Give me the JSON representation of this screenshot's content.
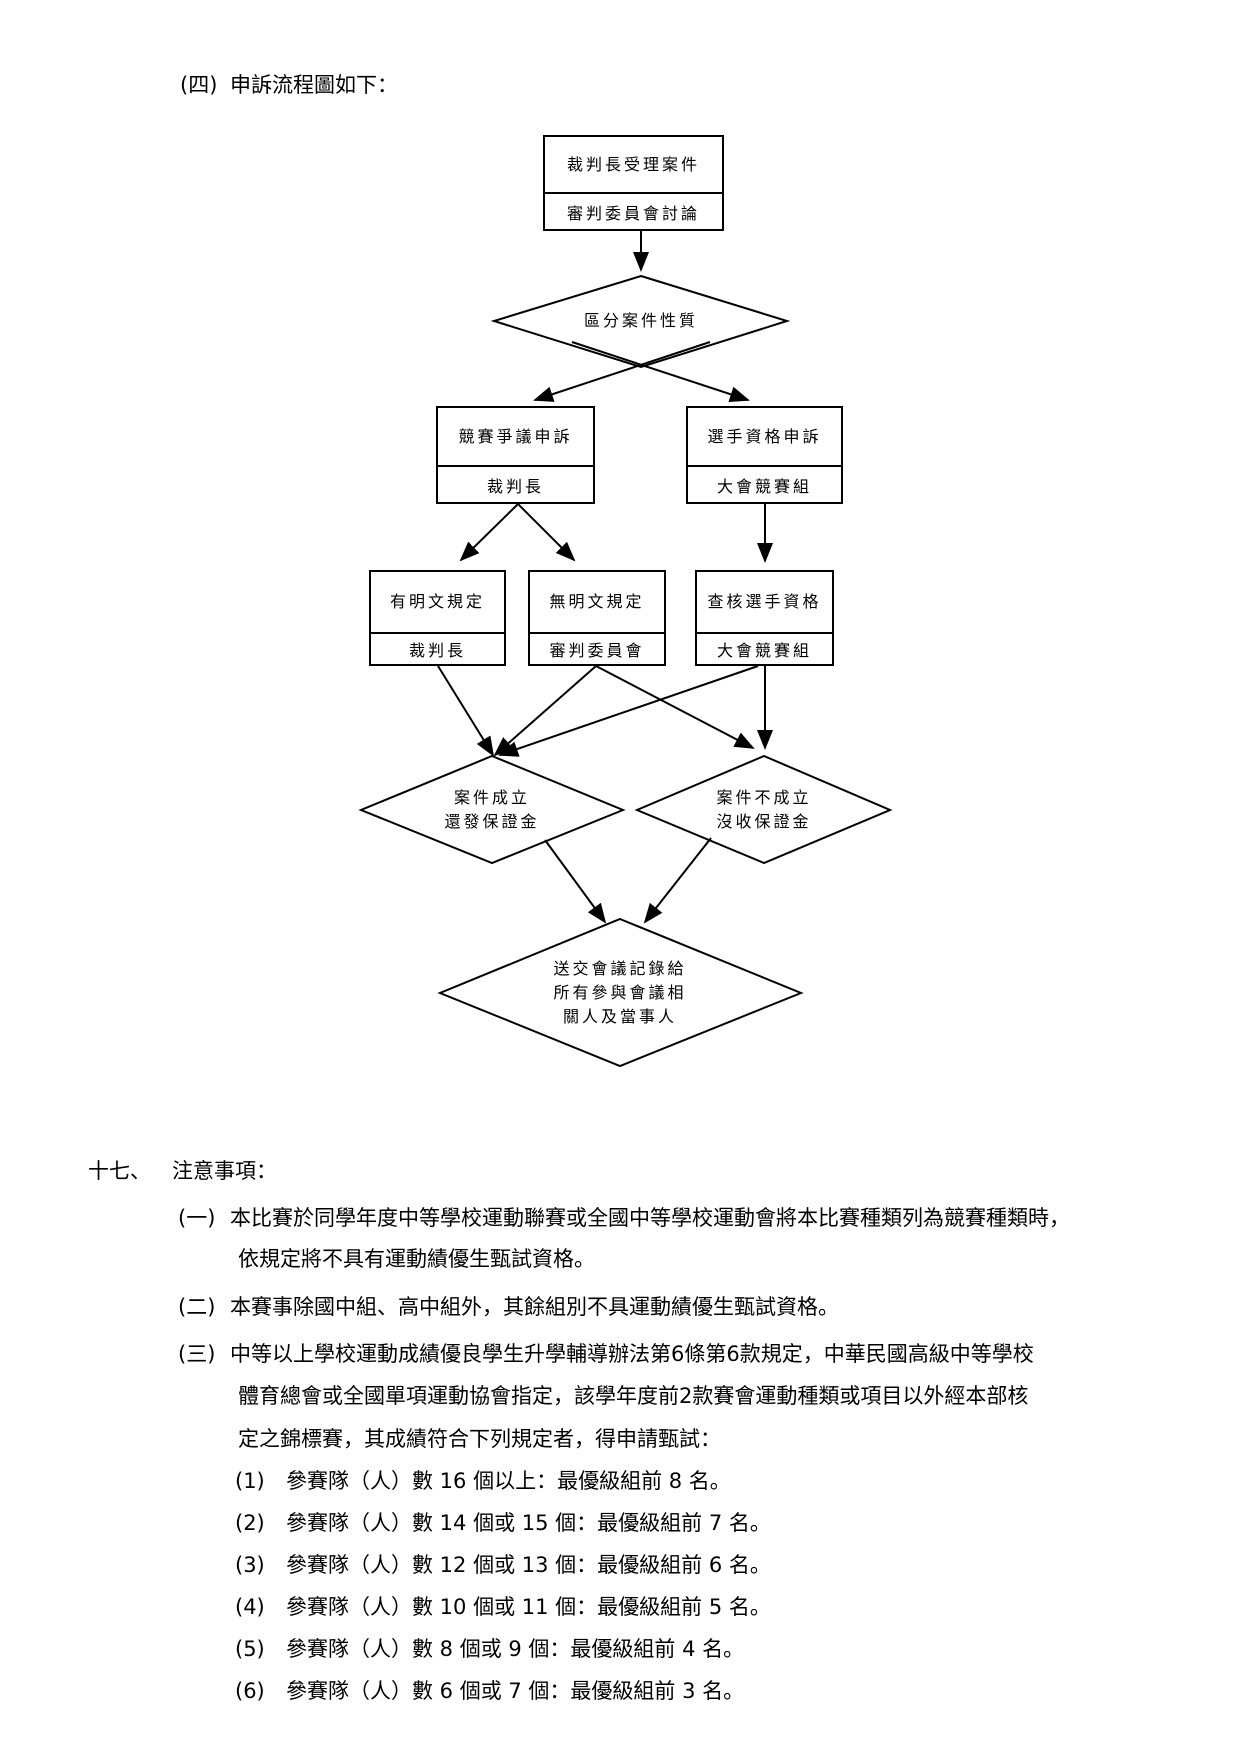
{
  "section_heading": {
    "num": "(四)",
    "text": "申訴流程圖如下："
  },
  "flowchart": {
    "start": {
      "top": "裁判長受理案件",
      "bottom": "審判委員會討論"
    },
    "decision_1": "區分案件性質",
    "branch_left": {
      "top": "競賽爭議申訴",
      "bottom": "裁判長"
    },
    "branch_right": {
      "top": "選手資格申訴",
      "bottom": "大會競賽組"
    },
    "sub_1": {
      "top": "有明文規定",
      "bottom": "裁判長"
    },
    "sub_2": {
      "top": "無明文規定",
      "bottom": "審判委員會"
    },
    "sub_3": {
      "top": "查核選手資格",
      "bottom": "大會競賽組"
    },
    "outcome_yes": {
      "line1": "案件成立",
      "line2": "還發保證金"
    },
    "outcome_no": {
      "line1": "案件不成立",
      "line2": "沒收保證金"
    },
    "final": {
      "line1": "送交會議記錄給",
      "line2": "所有參與會議相",
      "line3": "關人及當事人"
    }
  },
  "notes": {
    "num": "十七、",
    "title": "注意事項：",
    "items": [
      {
        "num": "(一)",
        "lines": [
          "本比賽於同學年度中等學校運動聯賽或全國中等學校運動會將本比賽種類列為競賽種類時，",
          "依規定將不具有運動績優生甄試資格。"
        ]
      },
      {
        "num": "(二)",
        "lines": [
          "本賽事除國中組、高中組外，其餘組別不具運動績優生甄試資格。"
        ]
      },
      {
        "num": "(三)",
        "lines": [
          "中等以上學校運動成績優良學生升學輔導辦法第6條第6款規定，中華民國高級中等學校",
          "體育總會或全國單項運動協會指定，該學年度前2款賽會運動種類或項目以外經本部核",
          "定之錦標賽，其成績符合下列規定者，得申請甄試："
        ]
      }
    ],
    "sub_items": [
      {
        "num": "(1)",
        "text": "參賽隊（人）數 16 個以上：最優級組前 8 名。"
      },
      {
        "num": "(2)",
        "text": "參賽隊（人）數 14 個或 15 個：最優級組前 7 名。"
      },
      {
        "num": "(3)",
        "text": "參賽隊（人）數 12 個或 13 個：最優級組前 6 名。"
      },
      {
        "num": "(4)",
        "text": "參賽隊（人）數 10 個或 11 個：最優級組前 5 名。"
      },
      {
        "num": "(5)",
        "text": "參賽隊（人）數 8 個或 9 個：最優級組前 4 名。"
      },
      {
        "num": "(6)",
        "text": "參賽隊（人）數 6 個或 7 個：最優級組前 3 名。"
      }
    ]
  }
}
